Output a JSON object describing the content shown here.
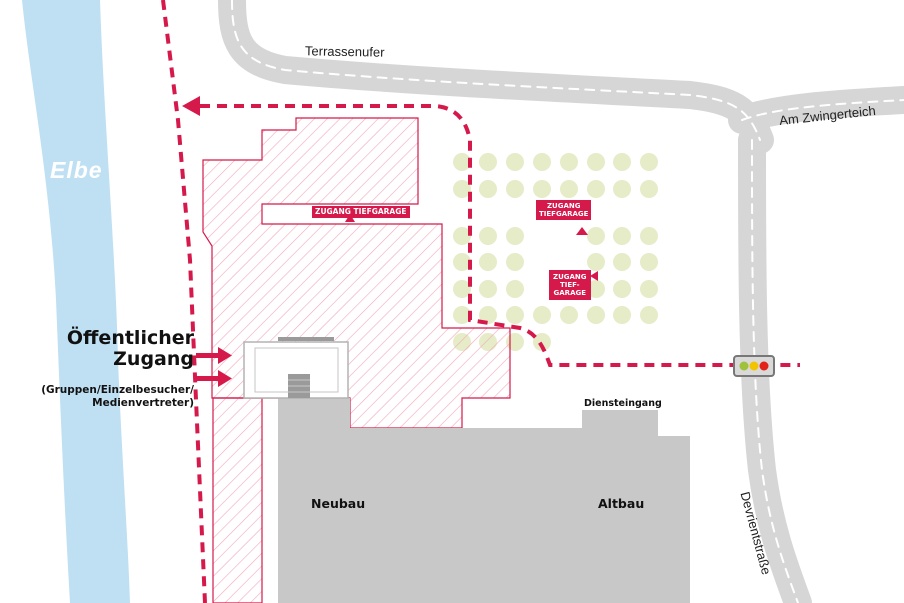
{
  "map": {
    "river_label": "Elbe",
    "streets": {
      "terrassenufer": "Terrassenufer",
      "am_zwingerteich": "Am Zwingerteich",
      "devrientstrasse": "Devrientstraße"
    },
    "buildings": {
      "neubau": "Neubau",
      "altbau": "Altbau",
      "diensteingang": "Diensteingang"
    },
    "public_access": {
      "title_line1": "Öffentlicher",
      "title_line2": "Zugang",
      "subtitle_line1": "(Gruppen/Einzelbesucher/",
      "subtitle_line2": "Medienvertreter)"
    },
    "garage_entrances": [
      {
        "line1": "ZUGANG",
        "line2": "TIEFGARAGE"
      },
      {
        "line1": "ZUGANG",
        "line2": "TIEFGARAGE"
      },
      {
        "line1": "ZUGANG",
        "line2": "TIEF-",
        "line3": "GARAGE"
      }
    ],
    "colors": {
      "accent_path": "#d6194b",
      "river": "#bfe0f3",
      "road": "#d6d6d6",
      "building": "#c8c8c8",
      "trees": "#e6ecc8"
    },
    "icons": {
      "traffic_light": "traffic-light-icon",
      "entrance_arrow": "arrow-right-icon",
      "path_arrow": "arrow-left-icon"
    }
  }
}
